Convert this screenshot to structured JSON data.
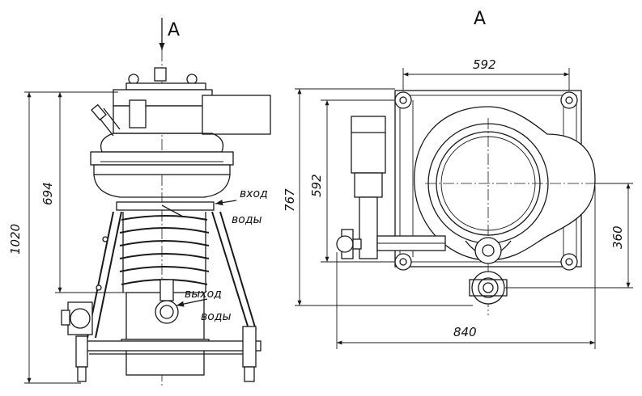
{
  "view_markers": {
    "arrow_label": "A",
    "view_title": "A"
  },
  "front_view": {
    "dimensions": {
      "total_height": "1020",
      "body_height": "694"
    },
    "labels": {
      "water_in_1": "вход",
      "water_in_2": "воды",
      "water_out_1": "выход",
      "water_out_2": "воды"
    }
  },
  "plan_view": {
    "dimensions": {
      "top_width": "592",
      "left_height": "592",
      "outer_height": "767",
      "right_height": "360",
      "bottom_width": "840"
    }
  }
}
